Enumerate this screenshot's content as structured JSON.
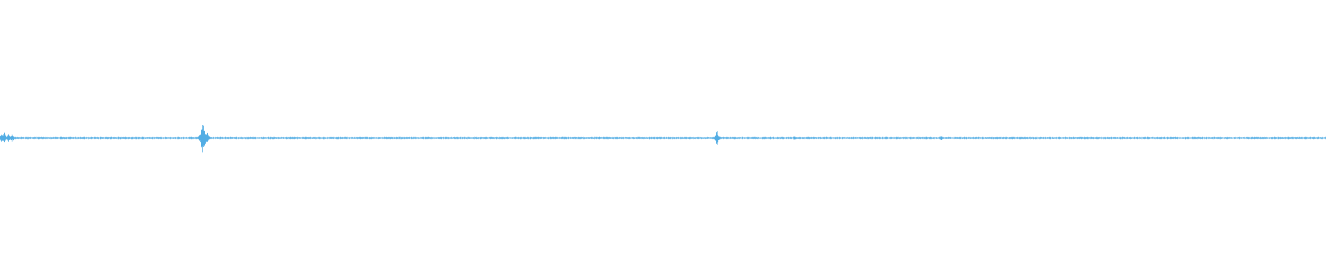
{
  "waveform": {
    "color": "#52ade4",
    "background": "#ffffff",
    "baseline_amplitude": 0.004,
    "peaks": [
      {
        "position": 0.001,
        "amplitude": 0.025
      },
      {
        "position": 0.003,
        "amplitude": 0.03
      },
      {
        "position": 0.006,
        "amplitude": 0.025
      },
      {
        "position": 0.009,
        "amplitude": 0.02
      },
      {
        "position": 0.0525,
        "amplitude": 0.01
      },
      {
        "position": 0.1525,
        "amplitude": 0.1
      },
      {
        "position": 0.154,
        "amplitude": 0.05
      },
      {
        "position": 0.156,
        "amplitude": 0.03
      },
      {
        "position": 0.5405,
        "amplitude": 0.045
      },
      {
        "position": 0.599,
        "amplitude": 0.01
      },
      {
        "position": 0.7095,
        "amplitude": 0.015
      }
    ]
  }
}
